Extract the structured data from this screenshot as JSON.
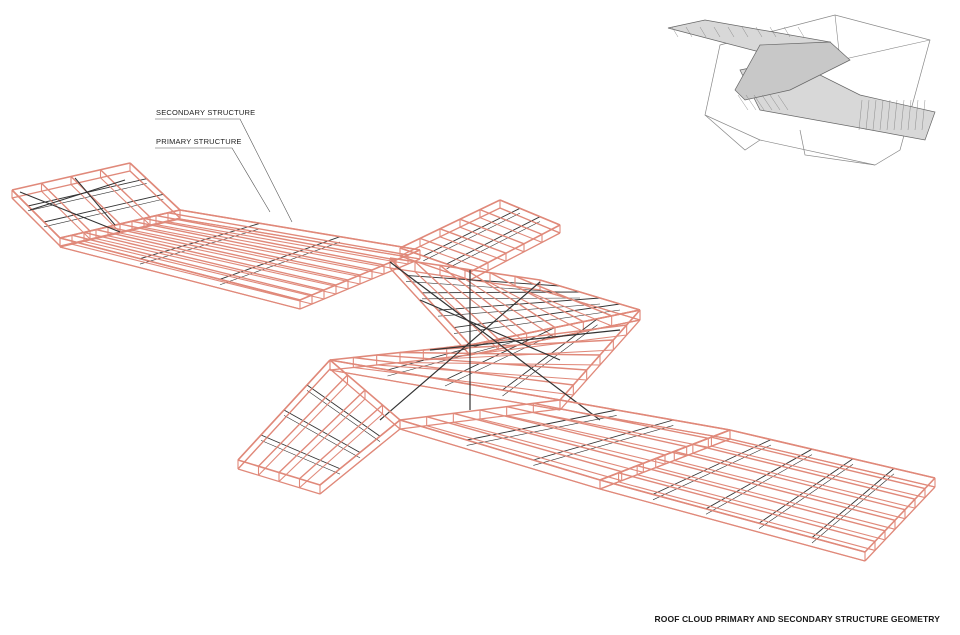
{
  "labels": {
    "secondary": "SECONDARY STRUCTURE",
    "primary": "PRIMARY STRUCTURE"
  },
  "caption": "ROOF CLOUD PRIMARY AND SECONDARY STRUCTURE GEOMETRY",
  "colors": {
    "primary_structure": "#e0897a",
    "secondary_structure": "#333333",
    "leader": "#555555",
    "inset_fill": "#d8d8d8",
    "inset_line": "#888888"
  },
  "inset": {
    "icon": "building-axonometric-icon"
  }
}
